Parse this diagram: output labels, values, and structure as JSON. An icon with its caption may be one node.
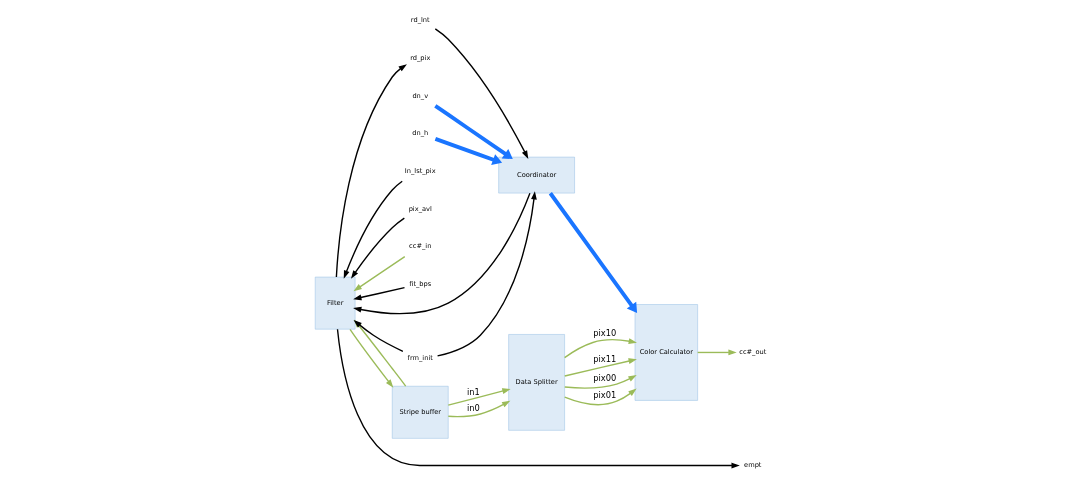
{
  "diagram": {
    "nodes": [
      {
        "text": [
          "Filter"
        ]
      },
      {
        "text": [
          "Stripe buffer"
        ]
      },
      {
        "text": [
          "Data Splitter"
        ]
      },
      {
        "text": [
          "Color Calculator"
        ]
      },
      {
        "text": [
          "Coordinator"
        ]
      },
      {
        "text": [
          "In_lst_pix"
        ]
      },
      {
        "text": [
          "pix_avl"
        ]
      },
      {
        "text": [
          "rd_pix"
        ]
      },
      {
        "text": [
          "cc#_in"
        ]
      },
      {
        "text": [
          "fit_bps"
        ]
      },
      {
        "text": [
          "frm_init"
        ]
      },
      {
        "text": [
          "rd_lnt"
        ]
      },
      {
        "text": [
          "empt"
        ]
      },
      {
        "text": [
          "cc#_out"
        ]
      },
      {
        "text": [
          "dn_v"
        ]
      },
      {
        "text": [
          "dn_h"
        ]
      }
    ],
    "edges": [
      {
        "from": 5,
        "to": 0,
        "arrow": "to",
        "color": "#000000"
      },
      {
        "from": 6,
        "to": 0,
        "arrow": "to",
        "color": "#000000"
      },
      {
        "from": 0,
        "to": 7,
        "arrow": "to",
        "color": "#000000"
      },
      {
        "from": 8,
        "to": 0,
        "arrow": "to",
        "color": "#9bbb59"
      },
      {
        "from": 9,
        "to": 0,
        "arrow": "to",
        "color": "#000000"
      },
      {
        "from": 10,
        "to": 0,
        "arrow": "to",
        "color": "#000000"
      },
      {
        "from": 10,
        "to": 4,
        "arrow": "to",
        "color": "#000000"
      },
      {
        "from": 11,
        "to": 4,
        "arrow": "to",
        "color": "#000000"
      },
      {
        "from": 4,
        "to": 0,
        "arrow": "to",
        "color": "#000000"
      },
      {
        "from": 0,
        "to": 12,
        "arrow": "to",
        "color": "#000000"
      },
      {
        "from": 1,
        "to": 0,
        "arrow": "to",
        "color": "#9bbb59"
      },
      {
        "from": 0,
        "to": 1,
        "arrow": "to",
        "color": "#9bbb59"
      },
      {
        "from": 1,
        "to": 2,
        "arrow": "to",
        "color": "#9bbb59",
        "label": "in0"
      },
      {
        "from": 1,
        "to": 2,
        "arrow": "to",
        "color": "#9bbb59",
        "label": "in1"
      },
      {
        "from": 2,
        "to": 3,
        "arrow": "to",
        "color": "#9bbb59",
        "label": "pix00"
      },
      {
        "from": 2,
        "to": 3,
        "arrow": "to",
        "color": "#9bbb59",
        "label": "pix01"
      },
      {
        "from": 2,
        "to": 3,
        "arrow": "to",
        "color": "#9bbb59",
        "label": "pix10"
      },
      {
        "from": 2,
        "to": 3,
        "arrow": "to",
        "color": "#9bbb59",
        "label": "pix11"
      },
      {
        "from": 3,
        "to": 13,
        "arrow": "to",
        "color": "#9bbb59"
      },
      {
        "from": 4,
        "to": 3,
        "arrow": "to",
        "style": "thick",
        "color": "#1a75ff"
      },
      {
        "from": 14,
        "to": 4,
        "arrow": "to",
        "style": "thick",
        "color": "#1a75ff"
      },
      {
        "from": 15,
        "to": 4,
        "arrow": "to",
        "style": "thick",
        "color": "#1a75ff"
      }
    ]
  }
}
